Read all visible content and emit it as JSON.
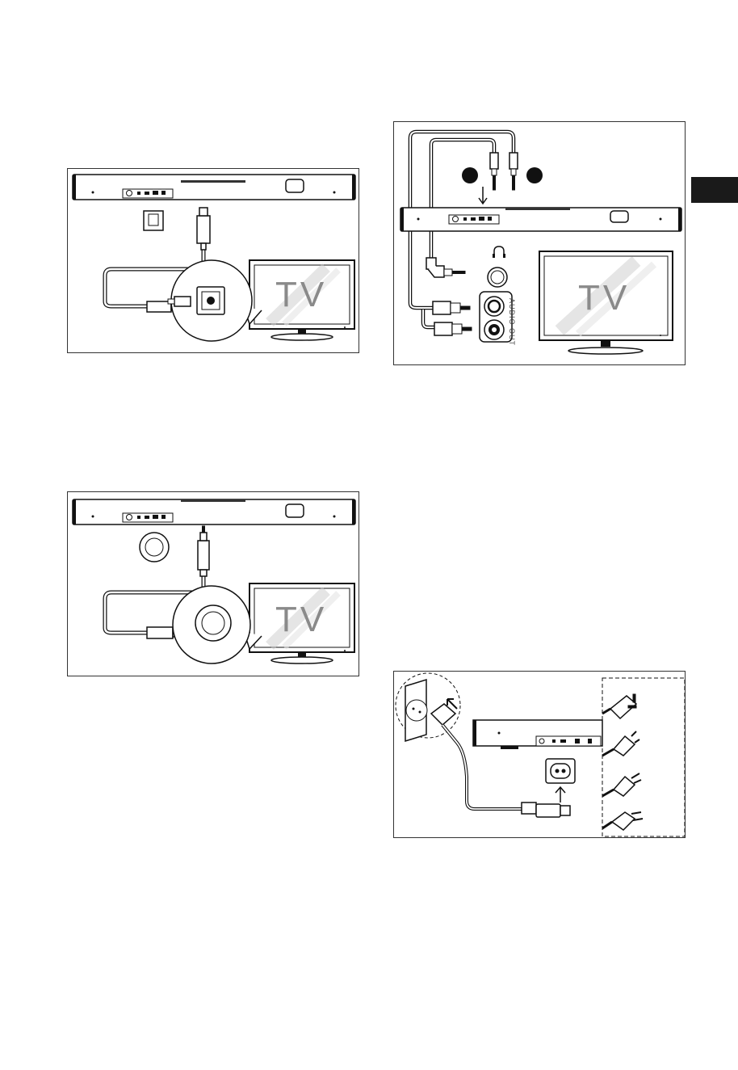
{
  "page": {
    "side_tab_color": "#1a1a1a"
  },
  "panels": {
    "optical": {
      "tv_label": "TV"
    },
    "coaxial": {
      "tv_label": "TV"
    },
    "aux": {
      "tv_label": "TV",
      "jack_label": "AUDIO OUT"
    },
    "power": {}
  }
}
